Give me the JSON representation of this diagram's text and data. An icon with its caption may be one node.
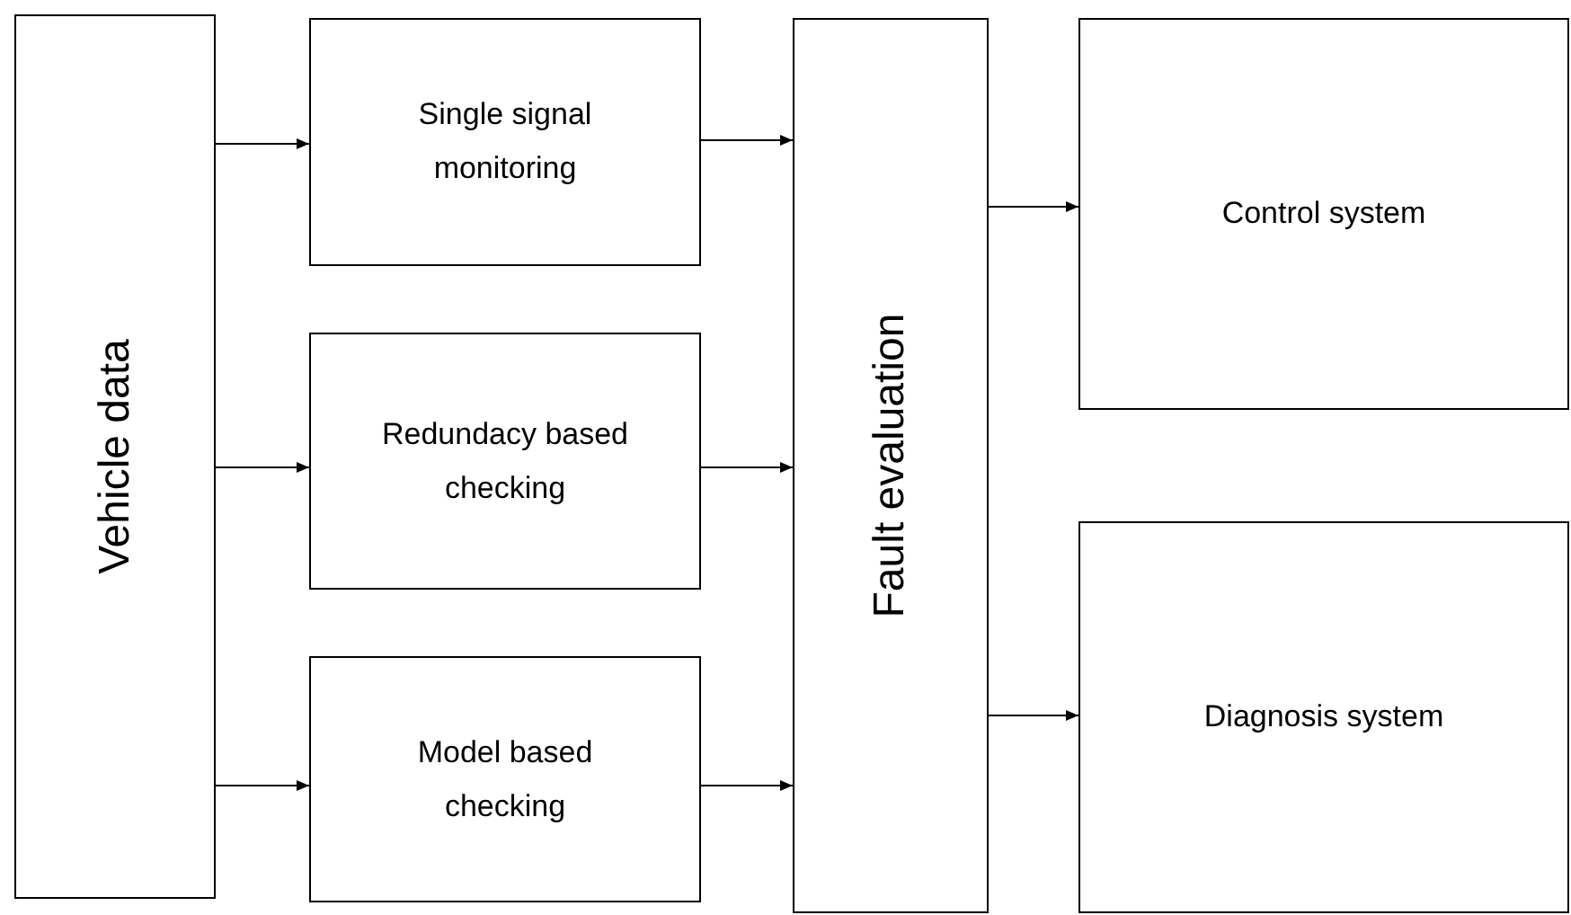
{
  "diagram": {
    "nodes": [
      {
        "text": [
          "Vehicle data"
        ]
      },
      {
        "text": [
          "Single signal monitoring"
        ]
      },
      {
        "text": [
          "Redundacy based checking"
        ]
      },
      {
        "text": [
          "Model based checking"
        ]
      },
      {
        "text": [
          "Fault evaluation"
        ]
      },
      {
        "text": [
          "Control system"
        ]
      },
      {
        "text": [
          "Diagnosis system"
        ]
      }
    ],
    "edges": [
      {
        "from": 0,
        "to": 1,
        "arrow": "to"
      },
      {
        "from": 0,
        "to": 2,
        "arrow": "to"
      },
      {
        "from": 0,
        "to": 3,
        "arrow": "to"
      },
      {
        "from": 1,
        "to": 4,
        "arrow": "to"
      },
      {
        "from": 2,
        "to": 4,
        "arrow": "to"
      },
      {
        "from": 3,
        "to": 4,
        "arrow": "to"
      },
      {
        "from": 4,
        "to": 5,
        "arrow": "to"
      },
      {
        "from": 4,
        "to": 6,
        "arrow": "to"
      }
    ]
  }
}
